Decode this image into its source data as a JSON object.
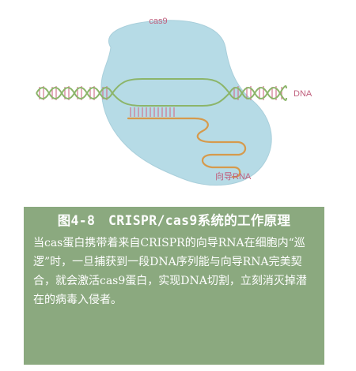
{
  "diagram": {
    "protein_label": "cas9",
    "dna_label": "DNA",
    "guide_label": "向导RNA"
  },
  "caption": {
    "title": "图4-8　CRISPR/cas9系统的工作原理",
    "body": "当cas蛋白携带着来自CRISPR的向导RNA在细胞内“巡逻”时，一旦捕获到一段DNA序列能与向导RNA完美契合，就会激活cas9蛋白，实现DNA切割，立刻消灭掉潜在的病毒入侵者。"
  },
  "colors": {
    "protein_fill": "#b6dbe6",
    "dna_backbone": "#8cb56a",
    "dna_rungs": "#d0768f",
    "guide_rna": "#d69a4c",
    "label": "#c0607e",
    "caption_bg": "#8ba97f"
  }
}
